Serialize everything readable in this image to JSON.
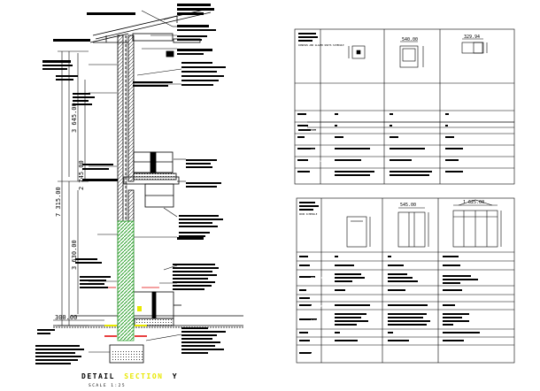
{
  "section": {
    "dims": [
      "3 645.00",
      "7 315.00",
      "2 745.00",
      "3 630.00",
      "300.00"
    ],
    "title_word1": "DETAIL",
    "title_word2": "SECTION",
    "title_letter": "Y",
    "scale": "SCALE 1:25",
    "colors": {
      "ink": "#000000",
      "accent_yellow": "#e8e800",
      "accent_red": "#e00000",
      "accent_green": "#2aa02a"
    }
  },
  "window_schedule": {
    "header": "WINDOWS AND\nGLAZED UNITS\nSCHEDULE",
    "unit_dims": [
      "540.00",
      "329.94"
    ],
    "row_labels": [
      "MARK",
      "NUMBER",
      "SIZE",
      "CILL",
      "HEAD",
      "FRAME",
      "IRONMONGERY",
      "GLAZING",
      "FINISH",
      "REMARKS"
    ]
  },
  "door_schedule": {
    "header": "DOOR\nSCHEDULE",
    "unit_dims": [
      "545.00",
      "1 625.00"
    ],
    "row_labels": [
      "MARK",
      "NUMBER",
      "DESCRIPTION",
      "SIZE",
      "FRAME",
      "IRONMONGERY",
      "GLASS",
      "FINISH",
      "REMARKS"
    ]
  }
}
